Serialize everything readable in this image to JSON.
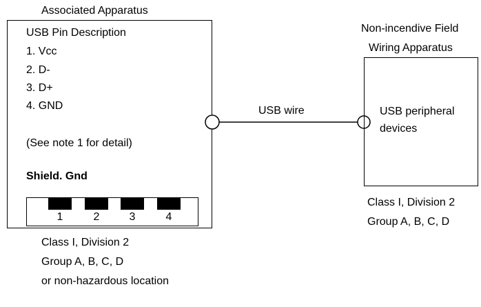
{
  "associated": {
    "title": "Associated Apparatus",
    "pin_heading": "USB Pin Description",
    "pins": [
      "1. Vcc",
      "2. D-",
      "3. D+",
      "4. GND"
    ],
    "note": "(See note 1 for detail)",
    "shield_label": "Shield. Gnd",
    "connector_pins": [
      "1",
      "2",
      "3",
      "4"
    ],
    "footer": [
      "Class I, Division 2",
      "Group A, B, C, D",
      "or non-hazardous location"
    ]
  },
  "wire": {
    "label": "USB wire"
  },
  "peripheral": {
    "title_lines": [
      "Non-incendive Field",
      "Wiring Apparatus"
    ],
    "body_lines": [
      "USB peripheral",
      "devices"
    ],
    "footer": [
      "Class I, Division 2",
      "Group A, B, C, D"
    ]
  }
}
